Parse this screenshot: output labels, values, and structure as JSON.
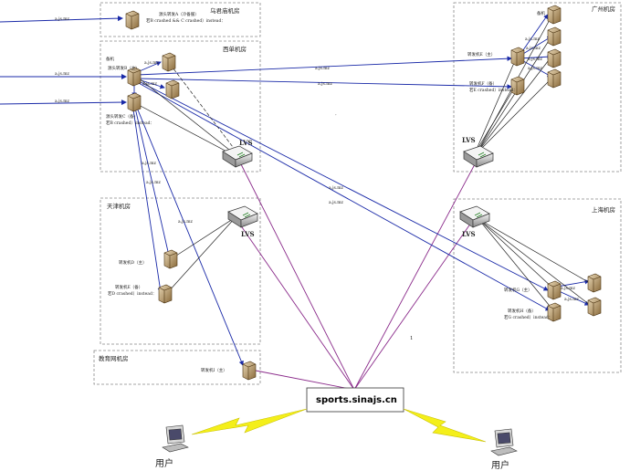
{
  "diagram": {
    "rooms": {
      "zhuque": "乌君庙机房",
      "xidan": "西单机房",
      "guangzhou": "广州机房",
      "tianjin": "天津机房",
      "shanghai": "上海机房",
      "jiaoyu": "教育网机房"
    },
    "nodes": {
      "zhuque_server_label": "源头转发A（冷备服）",
      "zhuque_server_sub": "若B crashed && C crashed）instead：",
      "xidan_backup": "备机",
      "xidan_primary": "源头转发B（主）",
      "xidan_secondary": "源头转发C（备）",
      "xidan_secondary_sub": "若B crashed）instead：",
      "gz_backup": "备机",
      "gz_primary": "转发机E（主）",
      "gz_secondary": "转发机F（备）",
      "gz_secondary_sub": "若E crashed）instead：",
      "tj_primary": "转发机D（主）",
      "tj_secondary": "转发机E（备）",
      "tj_secondary_sub": "若D crashed）instead：",
      "sh_primary": "转发机G（主）",
      "sh_secondary": "转发机H（备）",
      "sh_secondary_sub": "若G crashed）instead：",
      "jy_server": "转发机I（主）"
    },
    "lvs_label": "LVS",
    "edge_label": "a.js.mz",
    "edge_label_alt": "a.js.mz",
    "domain": "sports.sinajs.cn",
    "user_label": "用户",
    "mark_top": "·",
    "mark_mid": "1"
  }
}
